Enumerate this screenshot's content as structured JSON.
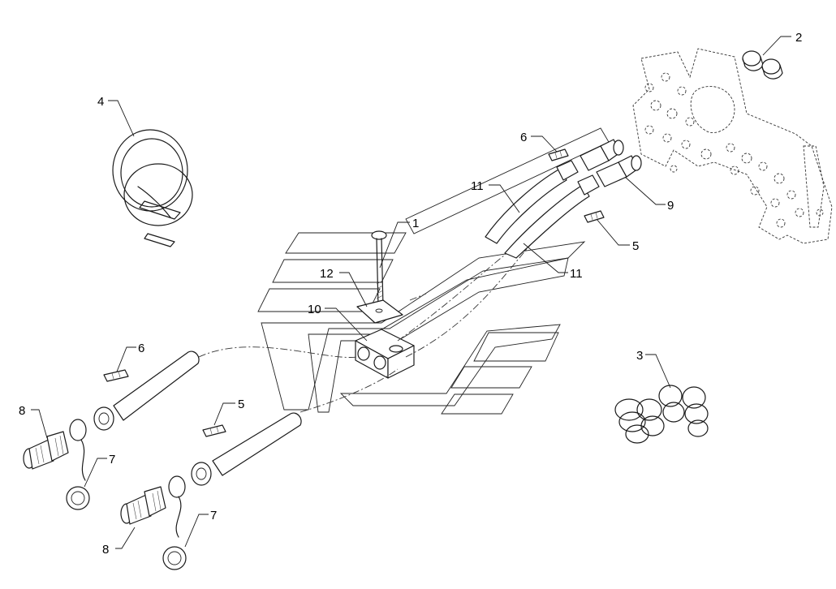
{
  "diagram": {
    "type": "exploded-parts-drawing",
    "callouts": [
      {
        "id": "c1",
        "text": "1"
      },
      {
        "id": "c2",
        "text": "2"
      },
      {
        "id": "c3",
        "text": "3"
      },
      {
        "id": "c4",
        "text": "4"
      },
      {
        "id": "c5a",
        "text": "5"
      },
      {
        "id": "c5b",
        "text": "5"
      },
      {
        "id": "c6a",
        "text": "6"
      },
      {
        "id": "c6b",
        "text": "6"
      },
      {
        "id": "c7a",
        "text": "7"
      },
      {
        "id": "c7b",
        "text": "7"
      },
      {
        "id": "c8a",
        "text": "8"
      },
      {
        "id": "c8b",
        "text": "8"
      },
      {
        "id": "c9",
        "text": "9"
      },
      {
        "id": "c10",
        "text": "10"
      },
      {
        "id": "c11a",
        "text": "11"
      },
      {
        "id": "c11b",
        "text": "11"
      },
      {
        "id": "c12",
        "text": "12"
      }
    ]
  },
  "colors": {
    "line": "#1a1a1a",
    "background": "#ffffff"
  }
}
